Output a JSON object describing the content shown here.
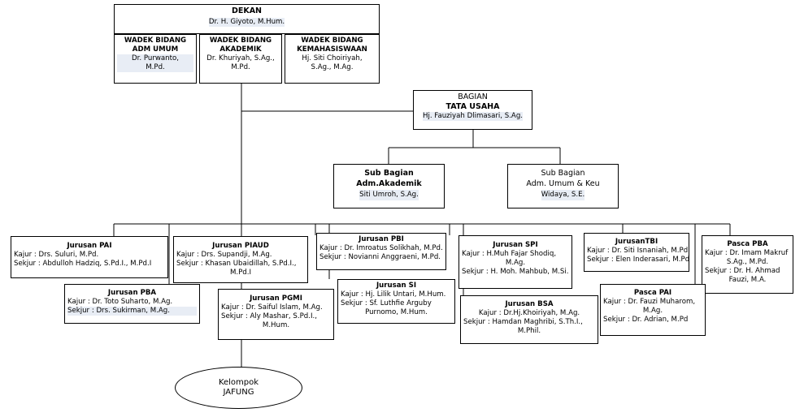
{
  "dekan": {
    "title": "DEKAN",
    "name": "Dr. H. Giyoto, M.Hum."
  },
  "wadek_adm": {
    "title1": "WADEK BIDANG",
    "title2": "ADM UMUM",
    "name1": "Dr. Purwanto,",
    "name2": "M.Pd."
  },
  "wadek_akademik": {
    "title1": "WADEK BIDANG",
    "title2": "AKADEMIK",
    "name1": "Dr. Khuriyah, S.Ag.,",
    "name2": "M.Pd."
  },
  "wadek_kemahasiswaan": {
    "title1": "WADEK BIDANG",
    "title2": "KEMAHASISWAAN",
    "name1": "Hj. Siti Choiriyah,",
    "name2": "S.Ag., M.Ag."
  },
  "tata_usaha": {
    "title1": "BAGIAN",
    "title2": "TATA USAHA",
    "name": "Hj. Fauziyah Dlimasari, S.Ag."
  },
  "sub_akademik": {
    "title1": "Sub Bagian",
    "title2": "Adm.Akademik",
    "name": "Siti Umroh, S.Ag."
  },
  "sub_umum": {
    "title1": "Sub Bagian",
    "title2": "Adm. Umum & Keu",
    "name": "Widaya, S.E."
  },
  "jurusan_pai": {
    "title": "Jurusan PAI",
    "l1": "Kajur : Drs. Suluri, M.Pd.",
    "l2": "Sekjur : Abdulloh Hadziq, S.Pd.I., M.Pd.I"
  },
  "jurusan_piaud": {
    "title": "Jurusan PIAUD",
    "l1": "Kajur : Drs. Supandji, M.Ag.",
    "l2": "Sekjur : Khasan Ubaidillah, S.Pd.I.,",
    "l3": "M.Pd.I"
  },
  "jurusan_pbi": {
    "title": "Jurusan PBI",
    "l1": "Kajur : Dr. Imroatus Solikhah, M.Pd.",
    "l2": "Sekjur : Novianni Anggraeni, M.Pd."
  },
  "jurusan_spi": {
    "title": "Jurusan SPI",
    "l1": "Kajur : H.Muh Fajar Shodiq,",
    "l2": "M.Ag.",
    "l3": "Sekjur : H. Moh. Mahbub, M.Si."
  },
  "jurusan_tbi": {
    "title": "JurusanTBI",
    "l1": "Kajur : Dr. Siti Isnaniah, M.Pd",
    "l2": "Sekjur : Elen Inderasari, M.Pd"
  },
  "pasca_pba": {
    "title": "Pasca PBA",
    "l1": "Kajur : Dr. Imam Makruf",
    "l2": "S.Ag., M.Pd.",
    "l3": "Sekjur : Dr. H. Ahmad",
    "l4": "Fauzi, M.A."
  },
  "jurusan_pba": {
    "title": "Jurusan PBA",
    "l1": "Kajur : Dr. Toto Suharto, M.Ag.",
    "l2": "Sekjur : Drs. Sukirman, M.Ag."
  },
  "jurusan_pgmi": {
    "title": "Jurusan PGMI",
    "l1": "Kajur : Dr. Saiful Islam, M.Ag.",
    "l2": "Sekjur : Aly Mashar, S.Pd.I.,",
    "l3": "M.Hum."
  },
  "jurusan_si": {
    "title": "Jurusan SI",
    "l1": "Kajur : Hj. Lilik Untari, M.Hum.",
    "l2": "Sekjur : Sf. Luthfie Arguby",
    "l3": "Purnomo, M.Hum."
  },
  "jurusan_bsa": {
    "title": "Jurusan BSA",
    "l1": "Kajur : Dr.Hj.Khoiriyah, M.Ag.",
    "l2": "Sekjur : Hamdan Maghribi, S.Th.I.,",
    "l3": "M.Phil."
  },
  "pasca_pai": {
    "title": "Pasca PAI",
    "l1": "Kajur : Dr. Fauzi Muharom,",
    "l2": "M.Ag.",
    "l3": "Sekjur : Dr. Adrian, M.Pd"
  },
  "kelompok": {
    "l1": "Kelompok",
    "l2": "JAFUNG"
  }
}
